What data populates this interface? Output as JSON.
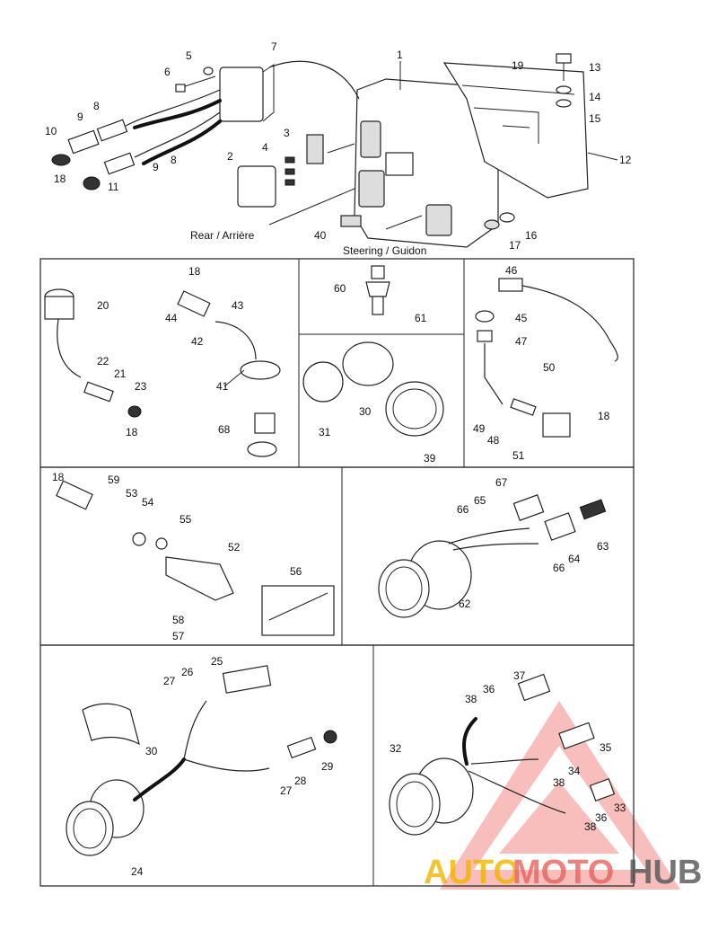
{
  "captions": {
    "rear": "Rear / Arrière",
    "steering": "Steering / Guidon"
  },
  "callouts": [
    "1",
    "2",
    "3",
    "4",
    "5",
    "6",
    "7",
    "8",
    "9",
    "10",
    "11",
    "12",
    "13",
    "14",
    "15",
    "16",
    "17",
    "18",
    "19",
    "20",
    "21",
    "22",
    "23",
    "24",
    "25",
    "26",
    "27",
    "28",
    "29",
    "30",
    "31",
    "32",
    "33",
    "34",
    "35",
    "36",
    "37",
    "38",
    "39",
    "40",
    "41",
    "42",
    "43",
    "44",
    "45",
    "46",
    "47",
    "48",
    "49",
    "50",
    "51",
    "52",
    "53",
    "54",
    "55",
    "56",
    "57",
    "58",
    "59",
    "60",
    "61",
    "62",
    "63",
    "64",
    "65",
    "66",
    "67",
    "68"
  ],
  "watermark": {
    "part1": "AUTO",
    "part2": "MOTO",
    "part3": "HUB",
    "color_primary": "#f2b500",
    "color_secondary": "#e8635e",
    "color_tertiary": "#555555"
  }
}
